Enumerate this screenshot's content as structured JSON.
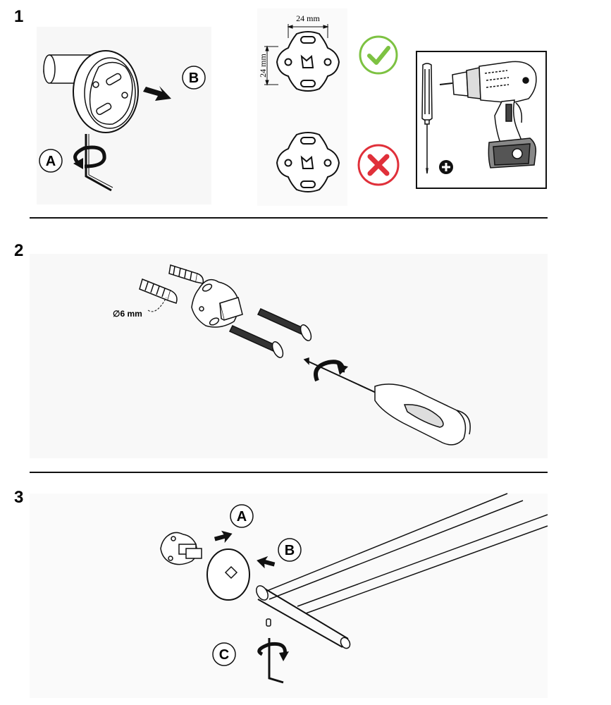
{
  "steps": [
    {
      "number": "1",
      "labels": {
        "a": "A",
        "b": "B"
      },
      "dimension_width": "24 mm",
      "dimension_height": "24 mm"
    },
    {
      "number": "2",
      "dowel_diameter": "∅6 mm"
    },
    {
      "number": "3",
      "labels": {
        "a": "A",
        "b": "B",
        "c": "C"
      }
    }
  ],
  "colors": {
    "correct": "#7dc242",
    "wrong": "#e0303a",
    "line": "#111111"
  },
  "icons": [
    "checkmark-icon",
    "cross-icon",
    "plus-icon",
    "screwdriver-icon",
    "drill-icon",
    "hex-key-icon",
    "arrow-icon"
  ]
}
